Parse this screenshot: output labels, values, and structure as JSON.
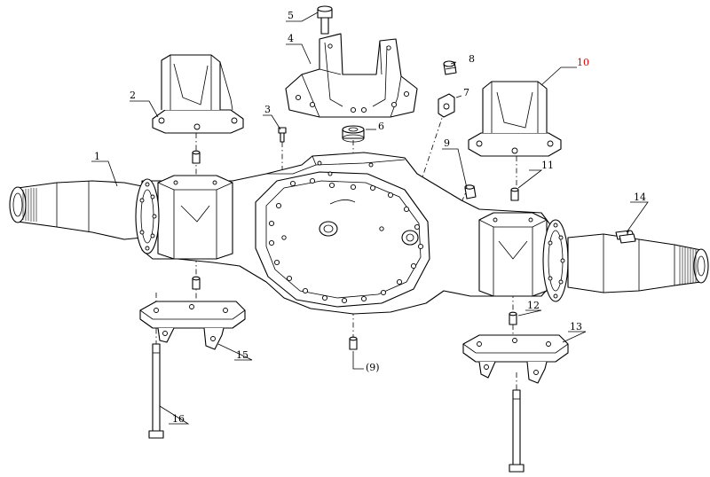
{
  "callouts": {
    "c1": "1",
    "c2": "2",
    "c3": "3",
    "c4": "4",
    "c5": "5",
    "c6": "6",
    "c7": "7",
    "c8": "8",
    "c9": "9",
    "c9b": "(9)",
    "c10": "10",
    "c11": "11",
    "c12": "12",
    "c13": "13",
    "c14": "14",
    "c15": "15",
    "c16": "16"
  },
  "colors": {
    "line": "#000000",
    "background": "#ffffff",
    "highlight_callout": "#e00000"
  }
}
